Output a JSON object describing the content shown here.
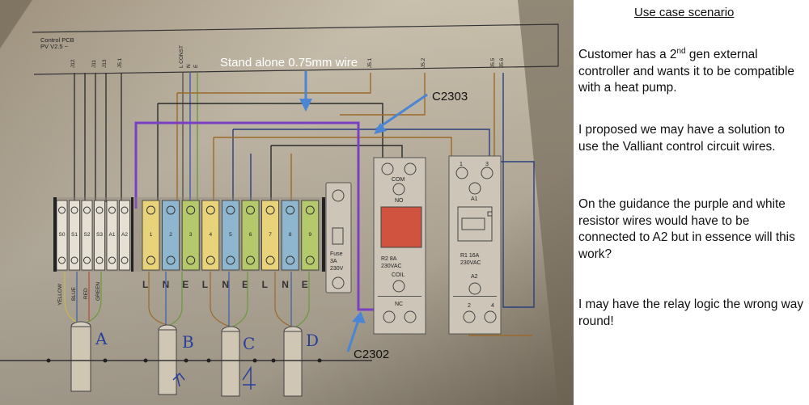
{
  "photo": {
    "pcb_title": "Control PCB",
    "pcb_version": "PV V2.5 ~",
    "top_pins": [
      "J12",
      "J11",
      "J13",
      "J5.1",
      "L CONST",
      "N",
      "E",
      "J5.1",
      "J5.2",
      "J5.5",
      "J5.6"
    ],
    "annotations": {
      "standalone_wire": "Stand alone 0.75mm wire",
      "c2303": "C2303",
      "c2302": "C2302"
    },
    "terminals_left": [
      "S0",
      "S1",
      "S2",
      "S3",
      "A1",
      "A2"
    ],
    "terminals_numbered": [
      "1",
      "2",
      "3",
      "4",
      "5",
      "6",
      "7",
      "8",
      "9"
    ],
    "lne_labels": [
      "L",
      "N",
      "E",
      "L",
      "N",
      "E",
      "L",
      "N",
      "E"
    ],
    "wire_colors": [
      "YELLOW",
      "BLUE",
      "RED",
      "GREEN"
    ],
    "fuse": [
      "Fuse",
      "3A",
      "230V"
    ],
    "relay2": {
      "com": "COM",
      "no": "NO",
      "rating_1": "R2 8A",
      "rating_2": "230VAC",
      "coil": "COIL",
      "nc": "NC"
    },
    "relay1": {
      "t1": "1",
      "t3": "3",
      "a1": "A1",
      "rating_1": "R1 16A",
      "rating_2": "230VAC",
      "a2": "A2",
      "t2": "2",
      "t4": "4"
    },
    "cable_letters": [
      "A",
      "B",
      "C",
      "D"
    ]
  },
  "scenario": {
    "heading": "Use case scenario",
    "p1_before": "Customer has a 2",
    "p1_sup": "nd",
    "p1_after": " gen external controller and wants it to be compatible with a heat pump.",
    "p2": "I proposed we may have a solution to use the Valliant control circuit wires.",
    "p3": "On the guidance the purple and white resistor wires would have to be connected to A2 but in essence will this work?",
    "p4": "I may have the relay logic the wrong way round!"
  },
  "colors": {
    "purple_wire": "#7b3fc4",
    "annotation_arrow": "#4a86d4",
    "yellow_terminal": "#e8d27a",
    "blue_terminal": "#8fb6cf",
    "green_terminal": "#b5c86b",
    "relay_window": "#d0533f"
  }
}
